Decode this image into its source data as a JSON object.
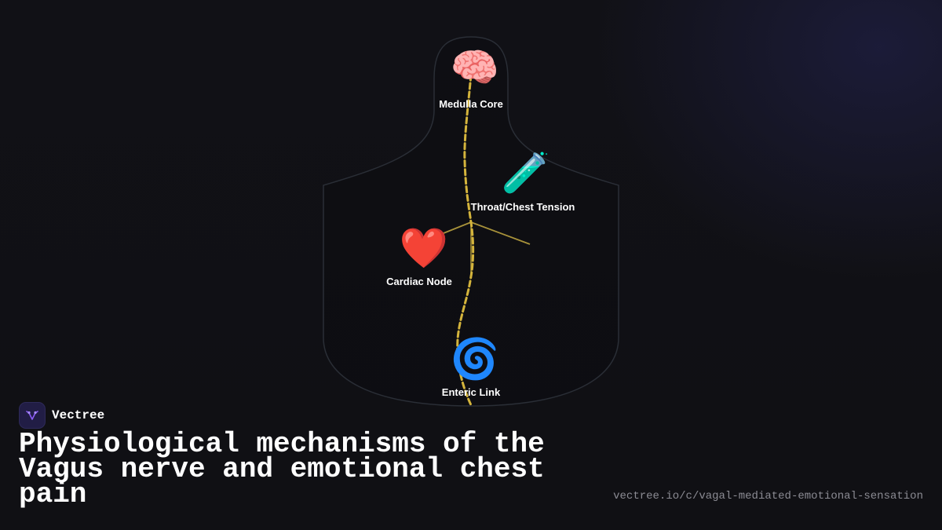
{
  "brand": {
    "name": "Vectree",
    "logo_icon": "vagus-branch-icon",
    "logo_color": "#8b5cf6"
  },
  "title": "Physiological mechanisms of the Vagus nerve and emotional chest pain",
  "url": "vectree.io/c/vagal-mediated-emotional-sensation",
  "diagram": {
    "nodes": [
      {
        "id": "medulla",
        "label": "Medulla Core",
        "icon": "🧠",
        "icon_name": "brain-icon"
      },
      {
        "id": "throat",
        "label": "Throat/Chest Tension",
        "icon": "🧪",
        "icon_name": "test-tube-icon"
      },
      {
        "id": "cardiac",
        "label": "Cardiac Node",
        "icon": "❤️",
        "icon_name": "heart-icon"
      },
      {
        "id": "enteric",
        "label": "Enteric Link",
        "icon": "🌀",
        "icon_name": "cyclone-icon"
      }
    ],
    "colors": {
      "nerve": "#d4b43c",
      "branch": "#a8923a",
      "silhouette": "#2a2e36",
      "background": "#111116",
      "accent_glow": "#1c1c3a"
    }
  }
}
